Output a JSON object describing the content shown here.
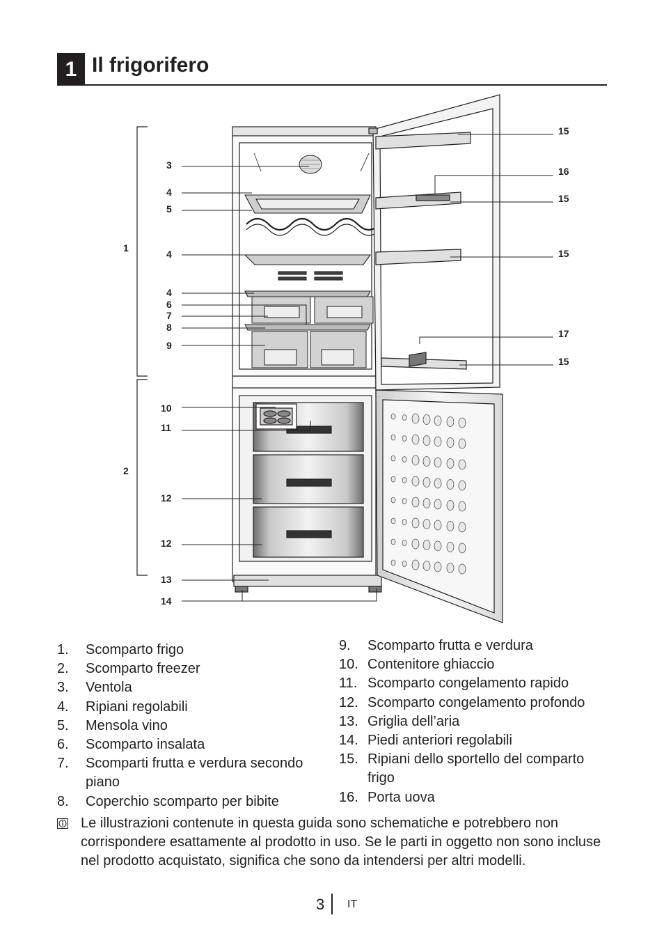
{
  "section": {
    "number": "1",
    "title": "Il frigorifero"
  },
  "callouts": {
    "c1": "1",
    "c2": "2",
    "c3": "3",
    "c4a": "4",
    "c5": "5",
    "c4b": "4",
    "c4c": "4",
    "c6": "6",
    "c7": "7",
    "c8": "8",
    "c9": "9",
    "c10": "10",
    "c11": "11",
    "c12a": "12",
    "c12b": "12",
    "c13": "13",
    "c14": "14",
    "c15a": "15",
    "c16": "16",
    "c15b": "15",
    "c15c": "15",
    "c17": "17",
    "c15d": "15"
  },
  "legend_left": [
    {
      "num": "1.",
      "text": "Scomparto frigo"
    },
    {
      "num": "2.",
      "text": "Scomparto freezer"
    },
    {
      "num": "3.",
      "text": "Ventola"
    },
    {
      "num": "4.",
      "text": "Ripiani regolabili"
    },
    {
      "num": "5.",
      "text": "Mensola vino"
    },
    {
      "num": "6.",
      "text": "Scomparto insalata"
    },
    {
      "num": "7.",
      "text": "Scomparti frutta e verdura secondo piano"
    },
    {
      "num": "8.",
      "text": "Coperchio scomparto per bibite"
    }
  ],
  "legend_right": [
    {
      "num": "9.",
      "text": "Scomparto frutta e verdura"
    },
    {
      "num": "10.",
      "text": "Contenitore ghiaccio"
    },
    {
      "num": "11.",
      "text": "Scomparto congelamento rapido"
    },
    {
      "num": "12.",
      "text": "Scomparto congelamento profondo"
    },
    {
      "num": "13.",
      "text": "Griglia dell’aria"
    },
    {
      "num": "14.",
      "text": "Piedi anteriori regolabili"
    },
    {
      "num": "15.",
      "text": "Ripiani dello sportello del comparto frigo"
    },
    {
      "num": "16.",
      "text": "Porta uova"
    }
  ],
  "note": {
    "icon": "info-icon",
    "text": "Le illustrazioni contenute in questa guida sono schematiche e potrebbero non corrispondere esattamente al prodotto in uso. Se le parti in oggetto non sono incluse nel prodotto acquistato, significa che sono da intendersi per altri modelli."
  },
  "footer": {
    "page": "3",
    "lang": "IT"
  }
}
